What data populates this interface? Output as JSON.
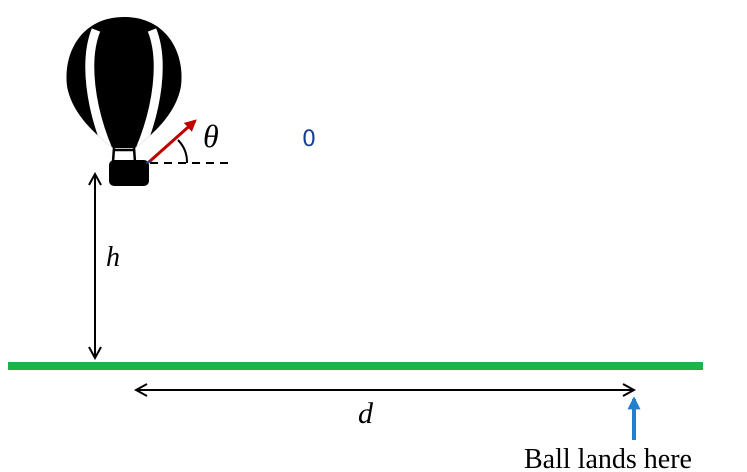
{
  "labels": {
    "theta": "θ",
    "marker": "0",
    "h": "h",
    "d": "d",
    "landing": "Ball lands here"
  },
  "colors": {
    "ground": "#1db34a",
    "launch_arrow": "#c00000",
    "landing_arrow": "#1f7fd1",
    "marker": "#1a3f8f",
    "ink": "#000000"
  }
}
